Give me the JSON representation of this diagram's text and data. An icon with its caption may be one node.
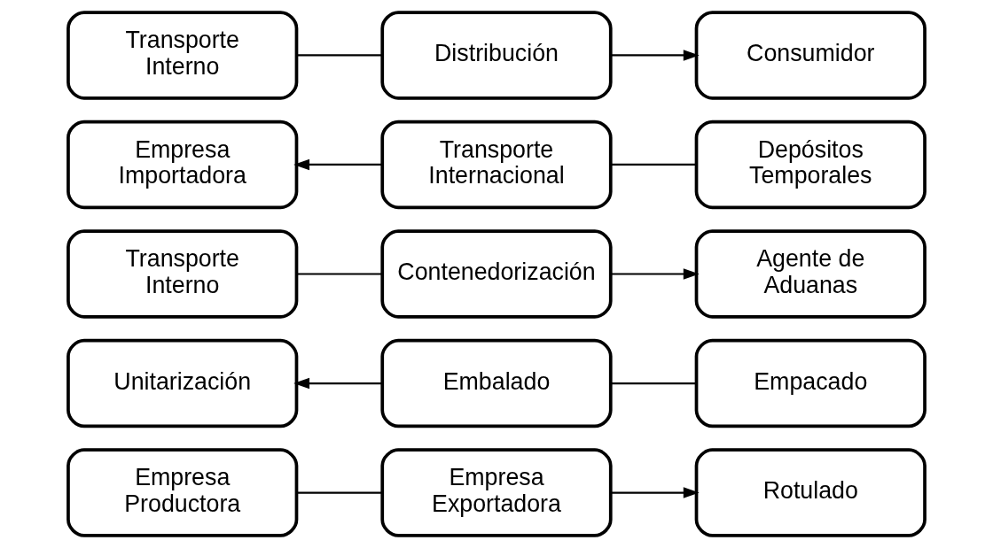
{
  "diagram": {
    "nodes": [
      {
        "text": [
          "Empresa Productora"
        ]
      },
      {
        "text": [
          "Empresa Exportadora"
        ]
      },
      {
        "text": [
          "Rotulado"
        ]
      },
      {
        "text": [
          "Unitarización"
        ]
      },
      {
        "text": [
          "Embalado"
        ]
      },
      {
        "text": [
          "Empacado"
        ]
      },
      {
        "text": [
          "Transporte Interno"
        ]
      },
      {
        "text": [
          "Contenedorización"
        ]
      },
      {
        "text": [
          "Agente de Aduanas"
        ]
      },
      {
        "text": [
          "Empresa Importadora"
        ]
      },
      {
        "text": [
          "Transporte Internacional"
        ]
      },
      {
        "text": [
          "Depósitos Temporales"
        ]
      },
      {
        "text": [
          "Transporte Interno"
        ]
      },
      {
        "text": [
          "Distribución"
        ]
      },
      {
        "text": [
          "Consumidor"
        ]
      }
    ],
    "edges": [
      {
        "from": 0,
        "to": 1,
        "arrow": "none"
      },
      {
        "from": 1,
        "to": 2,
        "arrow": "to"
      },
      {
        "from": 5,
        "to": 4,
        "arrow": "none"
      },
      {
        "from": 4,
        "to": 3,
        "arrow": "to"
      },
      {
        "from": 6,
        "to": 7,
        "arrow": "none"
      },
      {
        "from": 7,
        "to": 8,
        "arrow": "to"
      },
      {
        "from": 11,
        "to": 10,
        "arrow": "none"
      },
      {
        "from": 10,
        "to": 9,
        "arrow": "to"
      },
      {
        "from": 12,
        "to": 13,
        "arrow": "none"
      },
      {
        "from": 13,
        "to": 14,
        "arrow": "to"
      }
    ]
  }
}
